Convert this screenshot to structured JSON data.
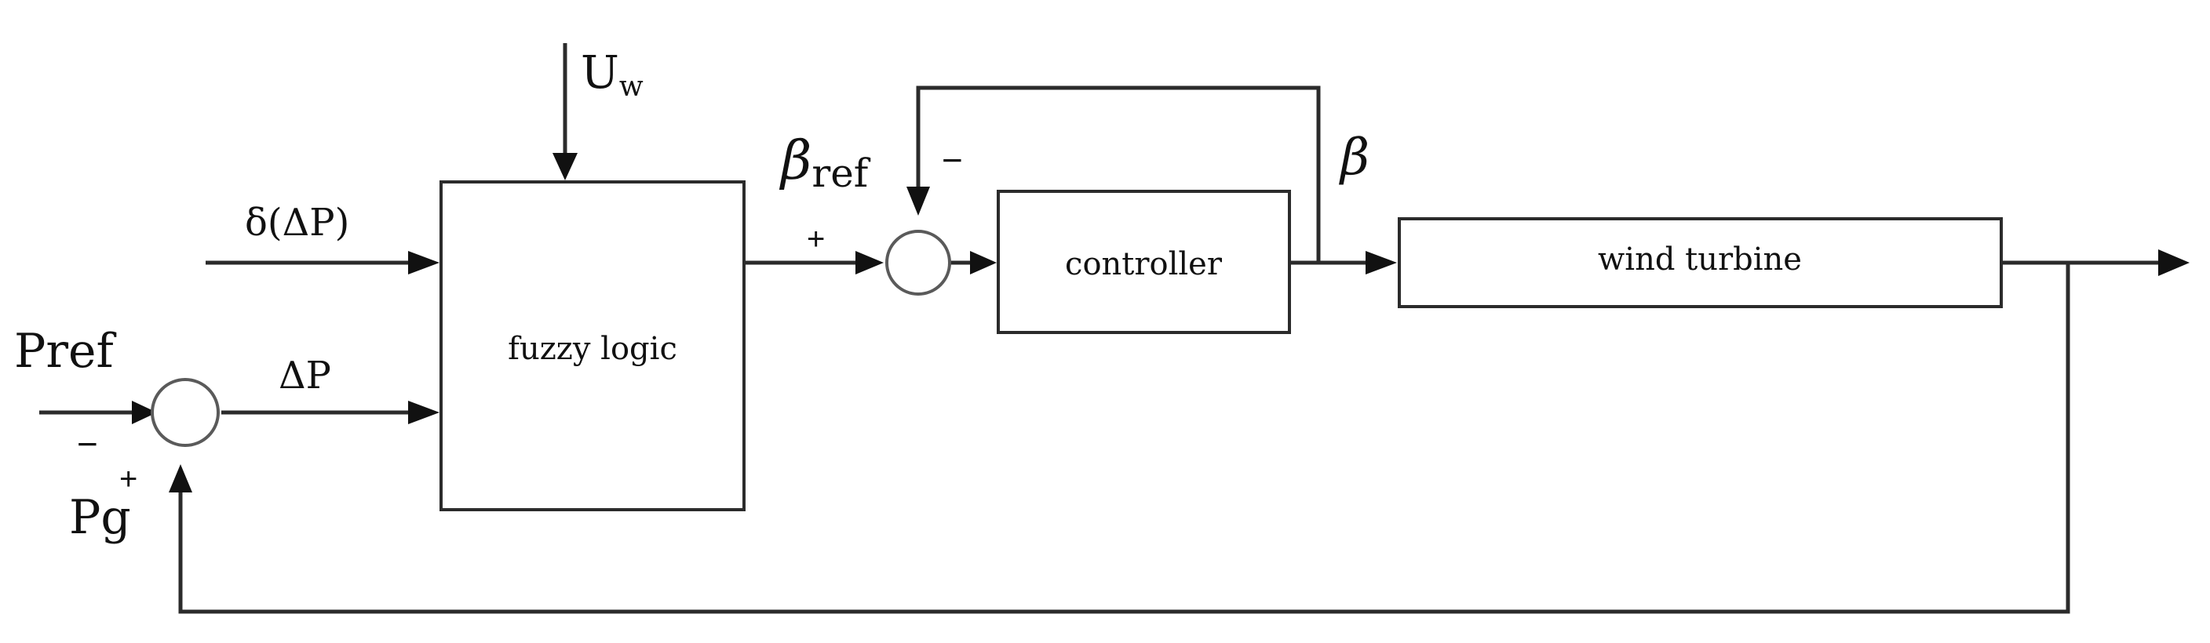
{
  "blocks": {
    "fuzzy": "fuzzy logic",
    "controller": "controller",
    "turbine": "wind turbine"
  },
  "labels": {
    "uw_main": "U",
    "uw_sub": "w",
    "delta_delta_p": "δ(ΔP)",
    "pref": "Pref",
    "delta_p": "ΔP",
    "pg": "Pg",
    "beta_ref_main": "β",
    "beta_ref_sub": "ref",
    "beta": "β"
  },
  "signs": {
    "sum1_top": "−",
    "sum1_bottom": "+",
    "sum2_left": "+",
    "sum2_top": "−"
  }
}
